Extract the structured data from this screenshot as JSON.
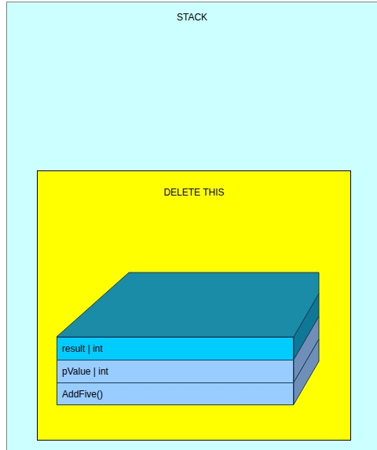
{
  "diagram": {
    "nodes": [
      {
        "text": [
          "STACK"
        ]
      },
      {
        "text": [
          "DELETE THIS"
        ],
        "in": 0
      },
      {
        "text": [
          "result | int"
        ],
        "in": 1
      },
      {
        "text": [
          "pValue | int"
        ],
        "in": 1
      },
      {
        "text": [
          "AddFive()"
        ],
        "in": 1
      }
    ]
  }
}
